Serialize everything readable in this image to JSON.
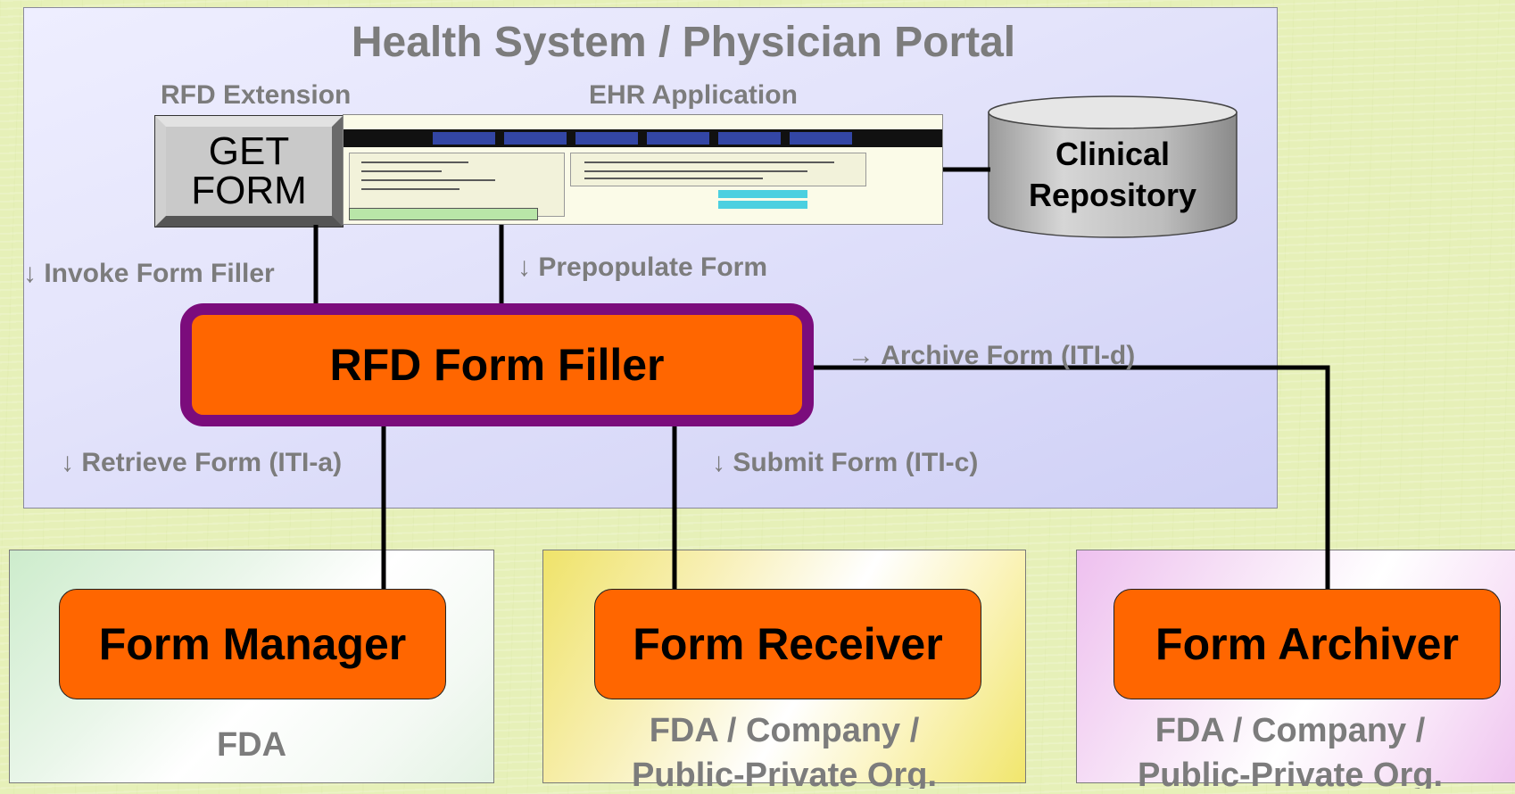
{
  "portal": {
    "title": "Health System / Physician Portal"
  },
  "rfd_extension": {
    "label": "RFD Extension",
    "button_line1": "GET",
    "button_line2": "FORM"
  },
  "ehr_application": {
    "label": "EHR Application"
  },
  "repository": {
    "line1": "Clinical",
    "line2": "Repository"
  },
  "form_filler": {
    "label": "RFD Form Filler"
  },
  "transactions": {
    "invoke": "↓ Invoke Form Filler",
    "prepopulate": "↓ Prepopulate Form",
    "archive": "→ Archive Form (ITI-d)",
    "retrieve": "↓ Retrieve Form (ITI-a)",
    "submit": "↓ Submit Form (ITI-c)"
  },
  "actors": [
    {
      "label": "Form Manager",
      "org_line1": "FDA",
      "org_line2": ""
    },
    {
      "label": "Form Receiver",
      "org_line1": "FDA / Company /",
      "org_line2": "Public-Private Org."
    },
    {
      "label": "Form Archiver",
      "org_line1": "FDA / Company /",
      "org_line2": "Public-Private Org."
    }
  ],
  "colors": {
    "actor_fill": "#ff6600",
    "filler_border": "#7b0c7c",
    "label_gray": "#7c7c7c"
  }
}
